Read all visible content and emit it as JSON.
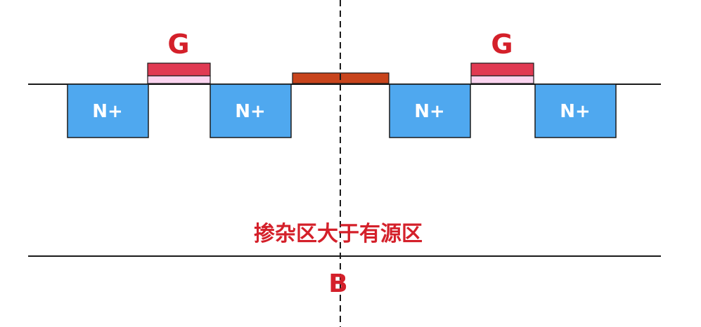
{
  "labels": {
    "gate_left": "G",
    "gate_right": "G",
    "body": "B",
    "caption": "掺杂区大于有源区"
  },
  "regions": [
    {
      "label": "N+"
    },
    {
      "label": "N+"
    },
    {
      "label": "N+"
    },
    {
      "label": "N+"
    }
  ],
  "colors": {
    "n_plus": "#4fa8ef",
    "gate": "#e03a52",
    "oxide": "#fbd4ef",
    "contact": "#c8441c",
    "label_red": "#d4202a"
  }
}
